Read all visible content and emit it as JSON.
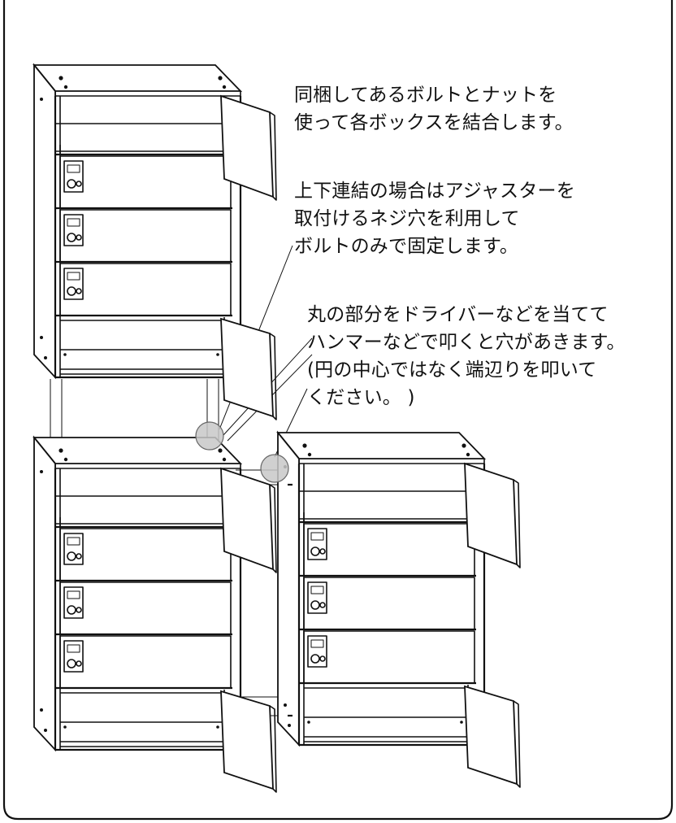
{
  "notes": {
    "bolt_nut": [
      "同梱してあるボルトとナットを",
      "使って各ボックスを結合します。"
    ],
    "vertical": [
      "上下連結の場合はアジャスターを",
      "取付けるネジ穴を利用して",
      "ボルトのみで固定します。"
    ],
    "knockout": [
      "丸の部分をドライバーなどを当てて",
      "ハンマーなどで叩くと穴があきます。",
      "(円の中心ではなく端辺りを叩いて",
      "ください。 )"
    ]
  },
  "lockers": [
    {
      "id": "upper-left",
      "compartments": 3
    },
    {
      "id": "lower-left",
      "compartments": 3
    },
    {
      "id": "lower-right",
      "compartments": 3
    }
  ],
  "colors": {
    "line": "#111111",
    "knockout_circle": "#c8c8c8",
    "background": "#ffffff"
  }
}
